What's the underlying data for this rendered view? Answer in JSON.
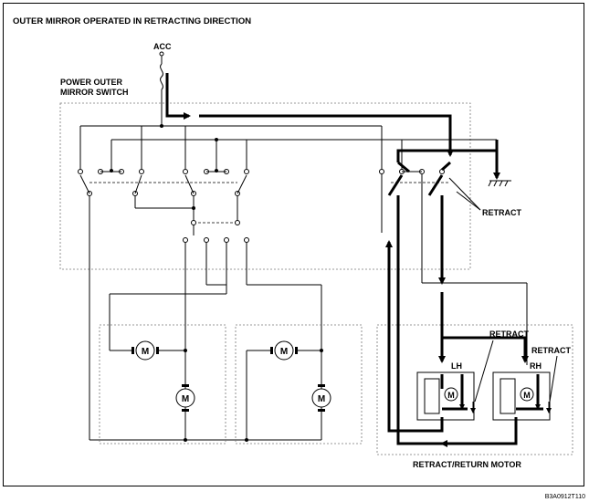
{
  "diagram": {
    "title": "OUTER MIRROR OPERATED IN RETRACTING DIRECTION",
    "acc_label": "ACC",
    "switch_label_line1": "POWER OUTER",
    "switch_label_line2": "MIRROR SWITCH",
    "retract_label_switch": "RETRACT",
    "retract_label_lh": "RETRACT",
    "retract_label_rh": "RETRACT",
    "lh_label": "LH",
    "rh_label": "RH",
    "motor_symbol": "M",
    "retract_motor_label": "RETRACT/RETURN MOTOR",
    "figure_code": "B3A0912T110"
  }
}
